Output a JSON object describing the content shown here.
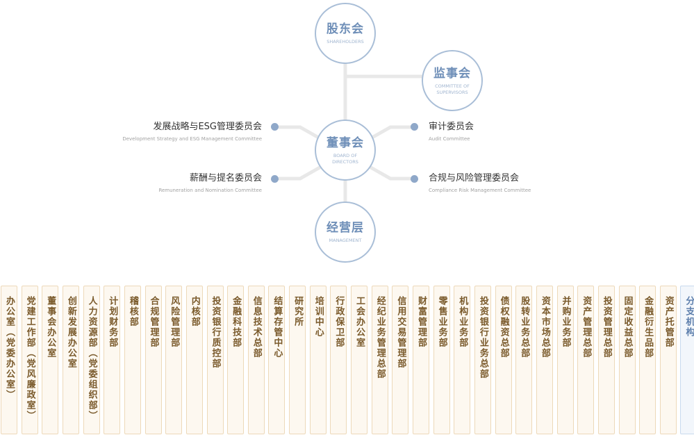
{
  "colors": {
    "node_border": "#a9bed7",
    "node_text": "#6f8fb8",
    "connector": "#e8e8e8",
    "dot": "#8fa8c9",
    "dept_border": "#edd9b9",
    "dept_bg": "#fdf8f0",
    "dept_text": "#7a5a2b",
    "branch_border": "#c9daee",
    "branch_text": "#5f80ad"
  },
  "nodes": {
    "shareholders": {
      "cn": "股东会",
      "en": "SHAREHOLDERS"
    },
    "supervisors": {
      "cn": "监事会",
      "en": "COMMITTEE OF SUPERVISORS"
    },
    "board": {
      "cn": "董事会",
      "en": "BOARD OF DIRECTORS"
    },
    "management": {
      "cn": "经营层",
      "en": "MANAGEMENT"
    }
  },
  "committees": [
    {
      "cn": "发展战略与ESG管理委员会",
      "en": "Development Strategy and ESG Management Committee"
    },
    {
      "cn": "薪酬与提名委员会",
      "en": "Remuneration and Nomination Committee"
    },
    {
      "cn": "审计委员会",
      "en": "Audit Committee"
    },
    {
      "cn": "合规与风险管理委员会",
      "en": "Compliance Risk Management Committee"
    }
  ],
  "departments": [
    "办公室（党委办公室）",
    "党建工作部（党风廉政室）",
    "董事会办公室",
    "创新发展办公室",
    "人力资源部（党委组织部）",
    "计划财务部",
    "稽核部",
    "合规管理部",
    "风险管理部",
    "内核部",
    "投资银行质控部",
    "金融科技部",
    "信息技术总部",
    "结算存管中心",
    "研究所",
    "培训中心",
    "行政保卫部",
    "工会办公室",
    "经纪业务管理总部",
    "信用交易管理部",
    "财富管理部",
    "零售业务部",
    "机构业务部",
    "投资银行业务总部",
    "债权融资总部",
    "股转业务总部",
    "资本市场总部",
    "并购业务部",
    "资产管理总部",
    "投资管理总部",
    "固定收益总部",
    "金融衍生品部",
    "资产托管部"
  ],
  "branch": "分支机构"
}
